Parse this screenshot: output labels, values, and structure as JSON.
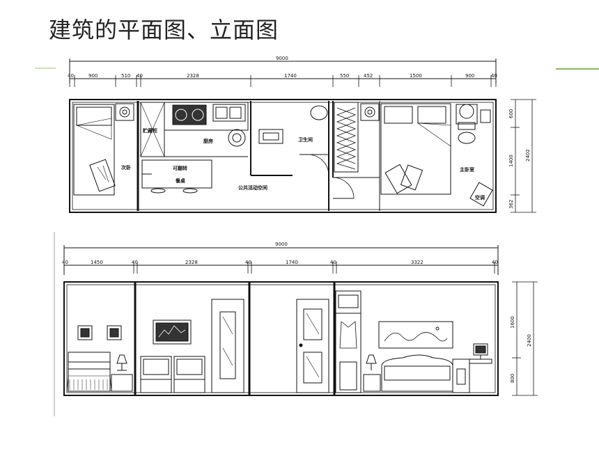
{
  "title": "建筑的平面图、立面图",
  "colors": {
    "accent": "#8fb35a",
    "accent_light": "#cfe0b8",
    "line": "#111111"
  },
  "plan": {
    "total_width": "9000",
    "segments_top": [
      "40",
      "900",
      "510",
      "40",
      "2328",
      "1740",
      "550",
      "452",
      "1500",
      "900",
      "40"
    ],
    "segments_right": [
      "600",
      "1400",
      "362"
    ],
    "overall_right": "2402",
    "rooms": {
      "second_bedroom": "次卧",
      "storage_cabinet": "贮藏柜",
      "kitchen": "厨房",
      "bathroom": "卫生间",
      "master_bedroom": "主卧室",
      "foldable_table_1": "可翻转",
      "foldable_table_2": "餐桌",
      "public_space": "公共活动空间",
      "air_conditioner": "空调"
    }
  },
  "elevation": {
    "total_width": "9000",
    "segments_top": [
      "40",
      "1450",
      "40",
      "2328",
      "40",
      "1740",
      "40",
      "3322",
      "40"
    ],
    "segments_right": [
      "1600",
      "800"
    ],
    "overall_right": "2400"
  }
}
